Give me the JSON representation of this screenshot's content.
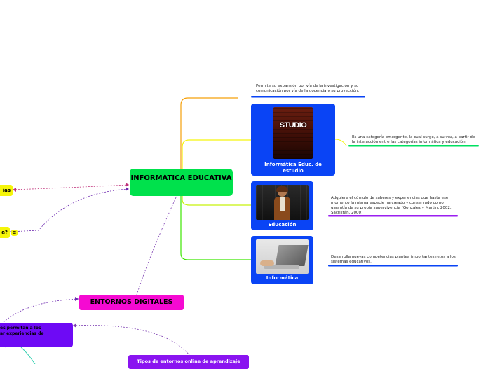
{
  "central": {
    "label": "INFORMÁTICA EDUCATIVA"
  },
  "top_note": "Permite su expansión por vía de la investigación y su comunicación por vía de la docencia y su proyección.",
  "cards": [
    {
      "label": "Informática Educ. de estudio",
      "image_text": "STUDIO",
      "note": "Es una categoría emergente, la cual surge, a su vez, a partir de la interacción entre las categorías informática y educación."
    },
    {
      "label": "Educación",
      "note": "Adquiere el cúmulo de saberes y experiencias que hasta ese momento la misma especie ha creado y conservado como garantía de su propia supervivencia (González y Martín, 2002; Sacristán, 2000)"
    },
    {
      "label": "Informática",
      "note": "Desarrolla  nuevas competencias plantea importantes retos a los sistemas educativos."
    }
  ],
  "left_nodes": [
    {
      "label": "ías"
    },
    {
      "label": "a?"
    }
  ],
  "entornos": {
    "label": "ENTORNOS DIGITALES"
  },
  "violet_node": {
    "line1": "es permitan a los",
    "line2": "ar experiencias de"
  },
  "tipos": {
    "label": "Tipos de entornos online de aprendizaje"
  },
  "colors": {
    "central": "#00e14c",
    "card": "#0a44f5",
    "yellow": "#f5f50a",
    "pink": "#f50ad2",
    "violet": "#6e0af5",
    "purple": "#8a14f0",
    "line_blue": "#0a44f5",
    "line_green": "#00e060",
    "line_purple": "#9b1ff0",
    "branch_orange": "#f5a00a",
    "branch_yellow": "#f5f50a",
    "branch_green": "#3ce600"
  },
  "icons": {
    "notes": "notes-icon"
  }
}
